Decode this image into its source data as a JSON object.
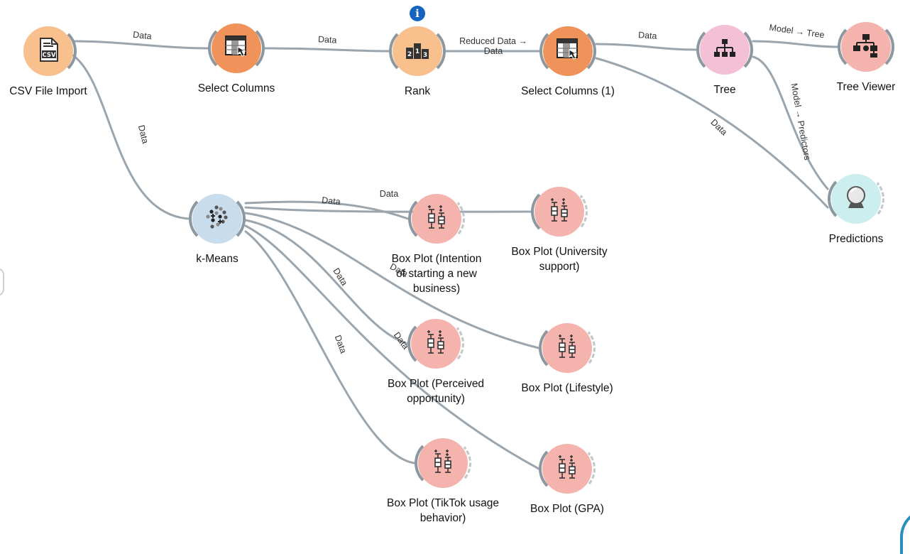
{
  "colors": {
    "link": "#9aa5ae",
    "orange_fill": "#f0935a",
    "peach_fill": "#f7c08c",
    "pink_fill": "#f3c0d6",
    "salmon_fill": "#f4b3ac",
    "blue_fill": "#c9dcec",
    "cyan_fill": "#cdeeee",
    "info": "#1565c0"
  },
  "nodes": [
    {
      "id": "csv",
      "label": "CSV File Import",
      "icon": "csv-file-icon",
      "color": "#f7c08c",
      "inputs": false,
      "outputs": true
    },
    {
      "id": "sel1",
      "label": "Select Columns",
      "icon": "select-columns-icon",
      "color": "#f0935a",
      "inputs": true,
      "outputs": true
    },
    {
      "id": "rank",
      "label": "Rank",
      "icon": "rank-podium-icon",
      "color": "#f7c08c",
      "inputs": true,
      "outputs": true
    },
    {
      "id": "sel2",
      "label": "Select Columns (1)",
      "icon": "select-columns-icon",
      "color": "#f0935a",
      "inputs": true,
      "outputs": true
    },
    {
      "id": "tree",
      "label": "Tree",
      "icon": "tree-icon",
      "color": "#f3c0d6",
      "inputs": true,
      "outputs": true
    },
    {
      "id": "treeviewer",
      "label": "Tree Viewer",
      "icon": "tree-viewer-icon",
      "color": "#f4b3ac",
      "inputs": true,
      "outputs": true
    },
    {
      "id": "predictions",
      "label": "Predictions",
      "icon": "crystal-ball-icon",
      "color": "#cdeeee",
      "inputs": true,
      "outputs": false
    },
    {
      "id": "kmeans",
      "label": "k-Means",
      "icon": "kmeans-icon",
      "color": "#c9dcec",
      "inputs": true,
      "outputs": true
    },
    {
      "id": "bp_intent",
      "label": "Box Plot (Intention\nof starting a new\nbusiness)",
      "icon": "box-plot-icon",
      "color": "#f4b3ac",
      "inputs": true,
      "outputs": false
    },
    {
      "id": "bp_univ",
      "label": "Box Plot (University\nsupport)",
      "icon": "box-plot-icon",
      "color": "#f4b3ac",
      "inputs": true,
      "outputs": false
    },
    {
      "id": "bp_perc",
      "label": "Box Plot (Perceived\nopportunity)",
      "icon": "box-plot-icon",
      "color": "#f4b3ac",
      "inputs": true,
      "outputs": false
    },
    {
      "id": "bp_life",
      "label": "Box Plot (Lifestyle)",
      "icon": "box-plot-icon",
      "color": "#f4b3ac",
      "inputs": true,
      "outputs": false
    },
    {
      "id": "bp_tiktok",
      "label": "Box Plot (TikTok usage\nbehavior)",
      "icon": "box-plot-icon",
      "color": "#f4b3ac",
      "inputs": true,
      "outputs": false
    },
    {
      "id": "bp_gpa",
      "label": "Box Plot (GPA)",
      "icon": "box-plot-icon",
      "color": "#f4b3ac",
      "inputs": true,
      "outputs": false
    }
  ],
  "links": [
    {
      "from": "csv",
      "to": "sel1",
      "label": "Data"
    },
    {
      "from": "sel1",
      "to": "rank",
      "label": "Data"
    },
    {
      "from": "rank",
      "to": "sel2",
      "label": "Reduced Data →\nData"
    },
    {
      "from": "sel2",
      "to": "tree",
      "label": "Data"
    },
    {
      "from": "tree",
      "to": "treeviewer",
      "label": "Model → Tree"
    },
    {
      "from": "tree",
      "to": "predictions",
      "label": "Model → Predictors"
    },
    {
      "from": "sel2",
      "to": "predictions",
      "label": "Data"
    },
    {
      "from": "csv",
      "to": "kmeans",
      "label": "Data"
    },
    {
      "from": "kmeans",
      "to": "bp_intent",
      "label": "Data"
    },
    {
      "from": "kmeans",
      "to": "bp_univ",
      "label": "Data"
    },
    {
      "from": "kmeans",
      "to": "bp_life",
      "label": "Data"
    },
    {
      "from": "kmeans",
      "to": "bp_perc",
      "label": "Data"
    },
    {
      "from": "kmeans",
      "to": "bp_gpa",
      "label": "Data"
    },
    {
      "from": "kmeans",
      "to": "bp_tiktok",
      "label": "Data"
    }
  ],
  "info_badge": "i"
}
